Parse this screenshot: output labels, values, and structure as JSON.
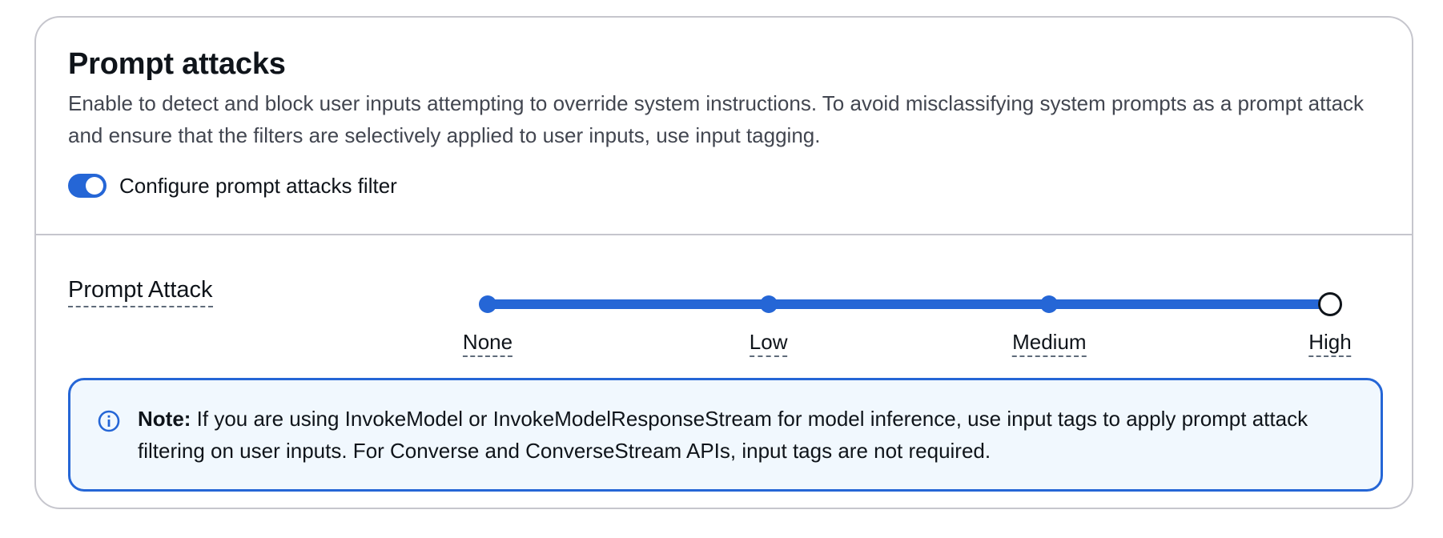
{
  "section": {
    "title": "Prompt attacks",
    "description": "Enable to detect and block user inputs attempting to override system instructions. To avoid misclassifying system prompts as a prompt attack and ensure that the filters are selectively applied to user inputs, use input tagging."
  },
  "toggle": {
    "label": "Configure prompt attacks filter",
    "enabled": true
  },
  "filter": {
    "label": "Prompt Attack",
    "levels": [
      "None",
      "Low",
      "Medium",
      "High"
    ],
    "selected": "High",
    "selected_index": 3
  },
  "note": {
    "prefix": "Note:",
    "text": " If you are using InvokeModel or InvokeModelResponseStream for model inference, use input tags to apply prompt attack filtering on user inputs. For Converse and ConverseStream APIs, input tags are not required.",
    "icon": "info-icon"
  },
  "colors": {
    "accent": "#2566d6",
    "note_background": "#f1f8fe",
    "border": "#c6c6cd",
    "text": "#0f141a",
    "muted_text": "#424650"
  }
}
